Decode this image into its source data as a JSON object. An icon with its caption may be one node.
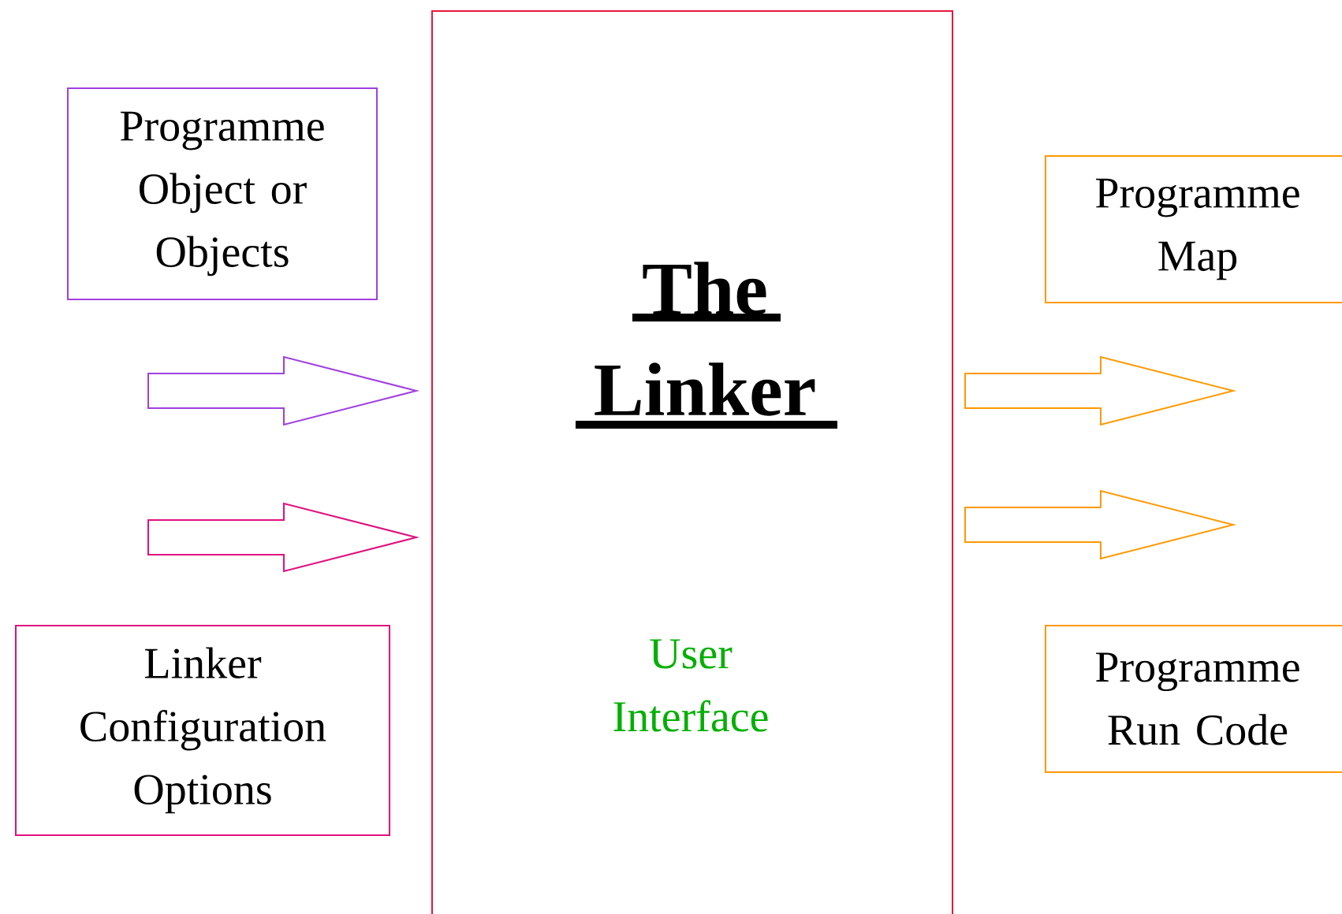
{
  "diagram": {
    "nodes": [
      {
        "text": [
          "Programme Object or Objects"
        ]
      },
      {
        "text": [
          "The Linker",
          "User Interface"
        ]
      },
      {
        "text": [
          "Programme Map"
        ]
      },
      {
        "text": [
          "Linker Configuration Options"
        ]
      },
      {
        "text": [
          "Programme Run Code"
        ]
      }
    ],
    "edges": [
      {
        "from": 0,
        "to": 1,
        "arrow": "to",
        "color": "#a040e0"
      },
      {
        "from": 3,
        "to": 1,
        "arrow": "to",
        "color": "#e0107f"
      },
      {
        "from": 1,
        "to": 2,
        "arrow": "to"
      },
      {
        "from": 1,
        "to": 4,
        "arrow": "to"
      }
    ]
  }
}
